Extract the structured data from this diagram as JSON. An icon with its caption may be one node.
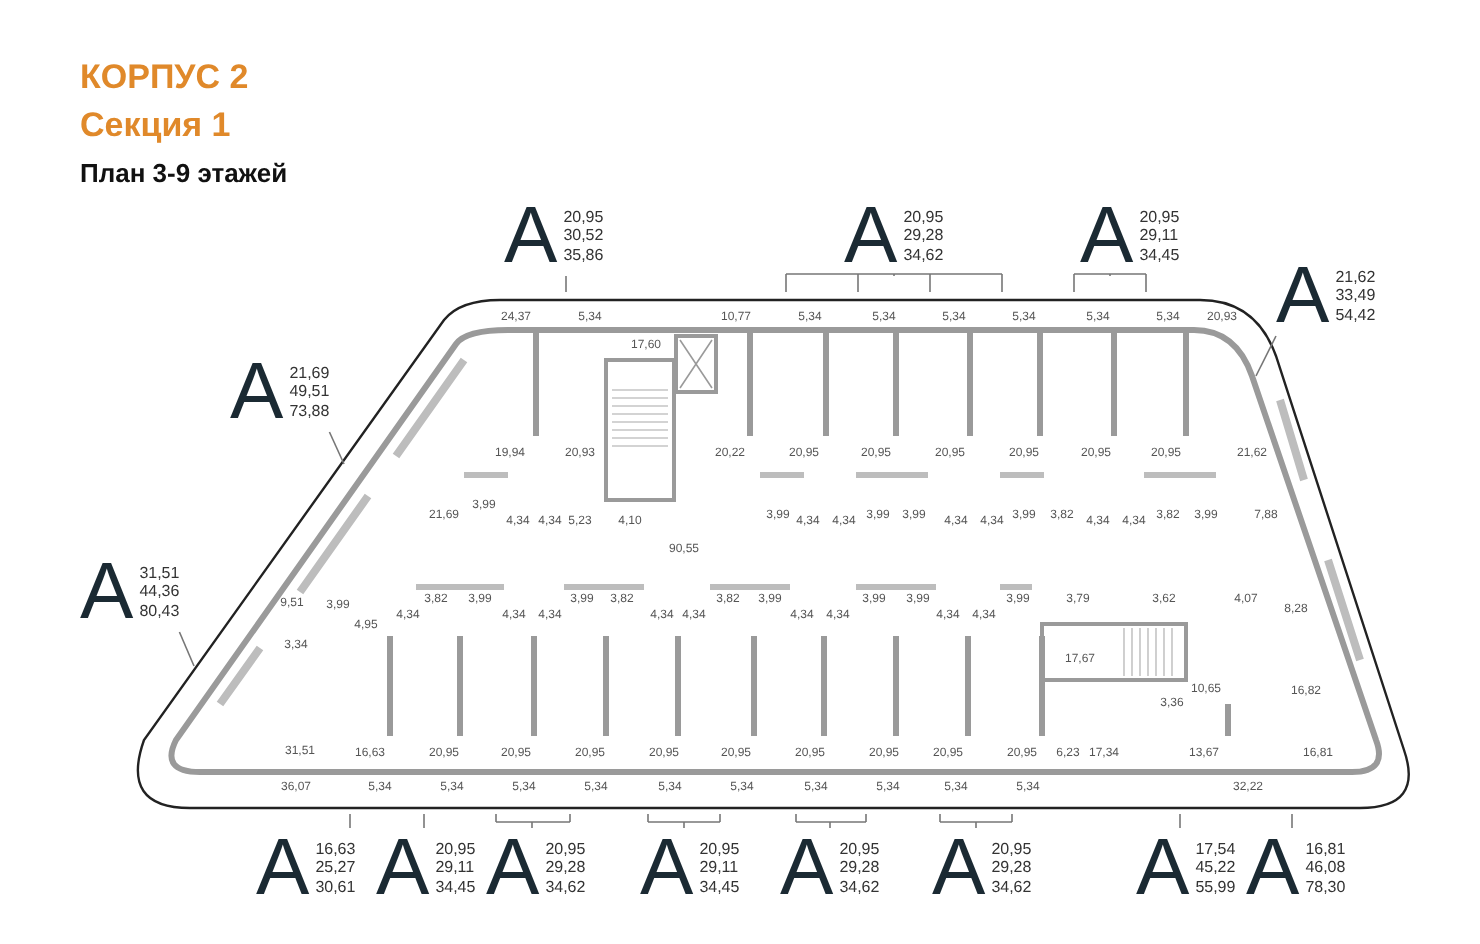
{
  "diagram": {
    "title": "КОРПУС 2",
    "nodes": [
      {
        "text": [
          "A",
          "20,95 30,52 35,86"
        ]
      },
      {
        "text": [
          "A",
          "20,95 29,28 34,62"
        ]
      },
      {
        "text": [
          "A",
          "20,95 29,11 34,45"
        ]
      },
      {
        "text": [
          "A",
          "21,62 33,49 54,42"
        ]
      },
      {
        "text": [
          "A",
          "21,69 49,51 73,88"
        ]
      },
      {
        "text": [
          "A",
          "31,51 44,36 80,43"
        ]
      },
      {
        "text": [
          "A",
          "16,63 25,27 30,61"
        ]
      },
      {
        "text": [
          "A",
          "20,95 29,11 34,45"
        ]
      },
      {
        "text": [
          "A",
          "20,95 29,28 34,62"
        ]
      },
      {
        "text": [
          "A",
          "20,95 29,11 34,45"
        ]
      },
      {
        "text": [
          "A",
          "20,95 29,28 34,62"
        ]
      },
      {
        "text": [
          "A",
          "20,95 29,28 34,62"
        ]
      },
      {
        "text": [
          "A",
          "17,54 45,22 55,99"
        ]
      },
      {
        "text": [
          "A",
          "16,81 46,08 78,30"
        ]
      }
    ],
    "edges": [
      {
        "from": 0,
        "to": null,
        "arrow": "none"
      },
      {
        "from": 1,
        "to": null,
        "arrow": "none"
      },
      {
        "from": 2,
        "to": null,
        "arrow": "none"
      },
      {
        "from": 3,
        "to": null,
        "arrow": "none"
      },
      {
        "from": 4,
        "to": null,
        "arrow": "none"
      },
      {
        "from": 5,
        "to": null,
        "arrow": "none"
      },
      {
        "from": 6,
        "to": null,
        "arrow": "none"
      },
      {
        "from": 7,
        "to": null,
        "arrow": "none"
      },
      {
        "from": 8,
        "to": null,
        "arrow": "none"
      },
      {
        "from": 9,
        "to": null,
        "arrow": "none"
      },
      {
        "from": 10,
        "to": null,
        "arrow": "none"
      },
      {
        "from": 11,
        "to": null,
        "arrow": "none"
      },
      {
        "from": 12,
        "to": null,
        "arrow": "none"
      },
      {
        "from": 13,
        "to": null,
        "arrow": "none"
      }
    ],
    "labels": [
      "Секция 1",
      "План 3-9 этажей",
      "24,37",
      "5,34",
      "10,77",
      "5,34",
      "5,34",
      "5,34",
      "5,34",
      "5,34",
      "5,34",
      "20,93",
      "17,60",
      "19,94",
      "20,93",
      "20,22",
      "20,95",
      "20,95",
      "20,95",
      "20,95",
      "20,95",
      "20,95",
      "21,62",
      "21,69",
      "3,99",
      "4,34",
      "4,34",
      "5,23",
      "4,10",
      "3,99",
      "4,34",
      "4,34",
      "3,99",
      "3,99",
      "4,34",
      "4,34",
      "3,99",
      "3,82",
      "4,34",
      "4,34",
      "3,82",
      "3,99",
      "7,88",
      "90,55",
      "9,51",
      "3,99",
      "4,95",
      "4,34",
      "3,82",
      "3,99",
      "4,34",
      "4,34",
      "3,99",
      "3,82",
      "4,34",
      "4,34",
      "3,82",
      "3,99",
      "4,34",
      "4,34",
      "3,99",
      "3,99",
      "4,34",
      "4,34",
      "3,99",
      "3,79",
      "3,62",
      "4,07",
      "8,28",
      "3,34",
      "17,67",
      "10,65",
      "3,36",
      "16,82",
      "31,51",
      "16,63",
      "20,95",
      "20,95",
      "20,95",
      "20,95",
      "20,95",
      "20,95",
      "20,95",
      "20,95",
      "20,95",
      "6,23",
      "17,34",
      "13,67",
      "16,81",
      "36,07",
      "5,34",
      "5,34",
      "5,34",
      "5,34",
      "5,34",
      "5,34",
      "5,34",
      "5,34",
      "5,34",
      "5,34",
      "32,22"
    ]
  }
}
